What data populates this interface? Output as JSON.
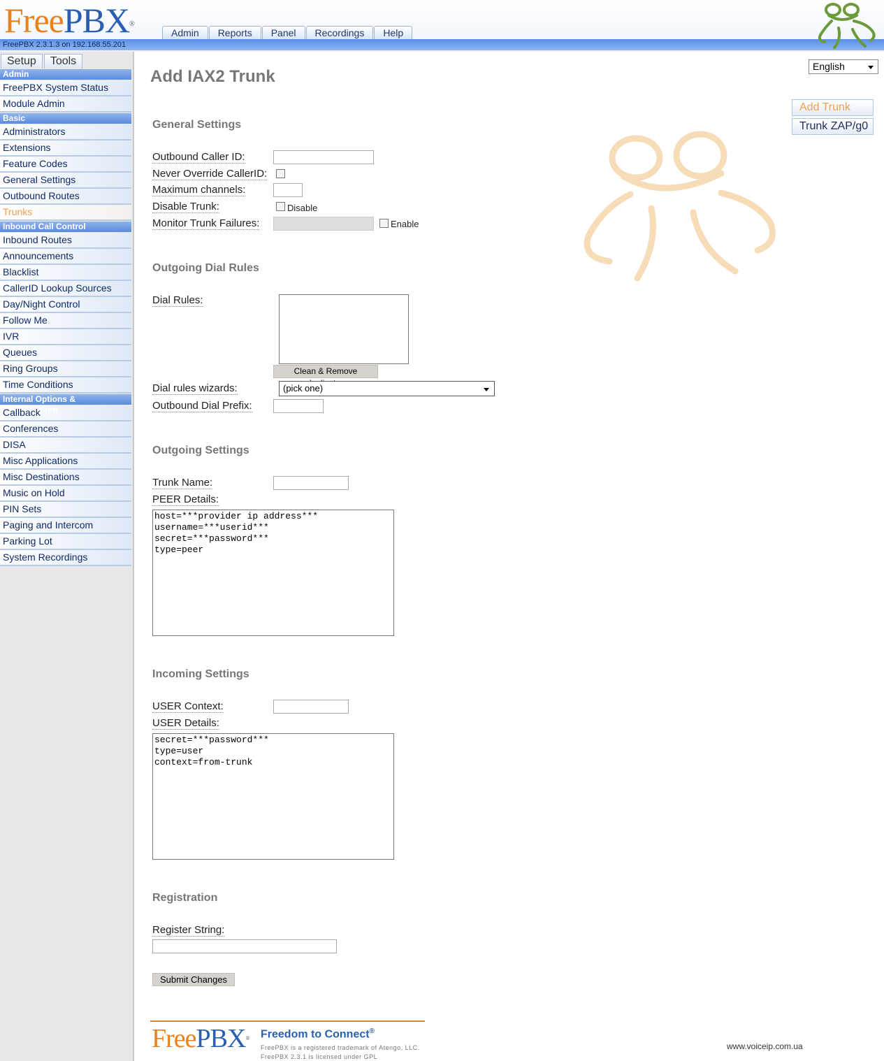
{
  "header": {
    "logo_free": "Free",
    "logo_pbx": "PBX",
    "logo_reg": "®",
    "version": "FreePBX 2.3.1.3 on 192.168.55.201",
    "tabs": [
      "Admin",
      "Reports",
      "Panel",
      "Recordings",
      "Help"
    ]
  },
  "sidebar": {
    "tabs": [
      "Setup",
      "Tools"
    ],
    "sections": [
      {
        "title": "Admin",
        "items": [
          "FreePBX System Status",
          "Module Admin"
        ]
      },
      {
        "title": "Basic",
        "items": [
          "Administrators",
          "Extensions",
          "Feature Codes",
          "General Settings",
          "Outbound Routes",
          "Trunks"
        ]
      },
      {
        "title": "Inbound Call Control",
        "items": [
          "Inbound Routes",
          "Announcements",
          "Blacklist",
          "CallerID Lookup Sources",
          "Day/Night Control",
          "Follow Me",
          "IVR",
          "Queues",
          "Ring Groups",
          "Time Conditions"
        ]
      },
      {
        "title": "Internal Options & Configuration",
        "items": [
          "Callback",
          "Conferences",
          "DISA",
          "Misc Applications",
          "Misc Destinations",
          "Music on Hold",
          "PIN Sets",
          "Paging and Intercom",
          "Parking Lot",
          "System Recordings"
        ]
      }
    ],
    "current_item": "Trunks"
  },
  "language": "English",
  "page_title": "Add IAX2 Trunk",
  "rightnav": [
    "Add Trunk",
    "Trunk ZAP/g0"
  ],
  "general": {
    "title": "General Settings",
    "outbound_callerid_label": "Outbound Caller ID:",
    "never_override_label": "Never Override CallerID:",
    "max_channels_label": "Maximum channels:",
    "disable_trunk_label": "Disable Trunk:",
    "disable_text": "Disable",
    "monitor_label": "Monitor Trunk Failures:",
    "enable_text": "Enable"
  },
  "dial_rules": {
    "title": "Outgoing Dial Rules",
    "dial_rules_label": "Dial Rules:",
    "clean_button": "Clean & Remove duplicates",
    "wizards_label": "Dial rules wizards:",
    "wizards_value": "(pick one)",
    "prefix_label": "Outbound Dial Prefix:"
  },
  "outgoing": {
    "title": "Outgoing Settings",
    "trunk_name_label": "Trunk Name:",
    "peer_details_label": "PEER Details:",
    "peer_details": "host=***provider ip address***\nusername=***userid***\nsecret=***password***\ntype=peer"
  },
  "incoming": {
    "title": "Incoming Settings",
    "user_context_label": "USER Context:",
    "user_details_label": "USER Details:",
    "user_details": "secret=***password***\ntype=user\ncontext=from-trunk"
  },
  "registration": {
    "title": "Registration",
    "register_label": "Register String:"
  },
  "submit_label": "Submit Changes",
  "footer": {
    "slogan": "Freedom to Connect",
    "slogan_reg": "®",
    "line1": "FreePBX is a registered trademark of Atengo, LLC.",
    "line2": "FreePBX 2.3.1 is licensed under GPL"
  },
  "watermark": "www.voiceip.com.ua",
  "colors": {
    "accent_orange": "#f0a050",
    "brand_blue": "#2a5fb0",
    "header_bar": "#5a8fe6"
  }
}
